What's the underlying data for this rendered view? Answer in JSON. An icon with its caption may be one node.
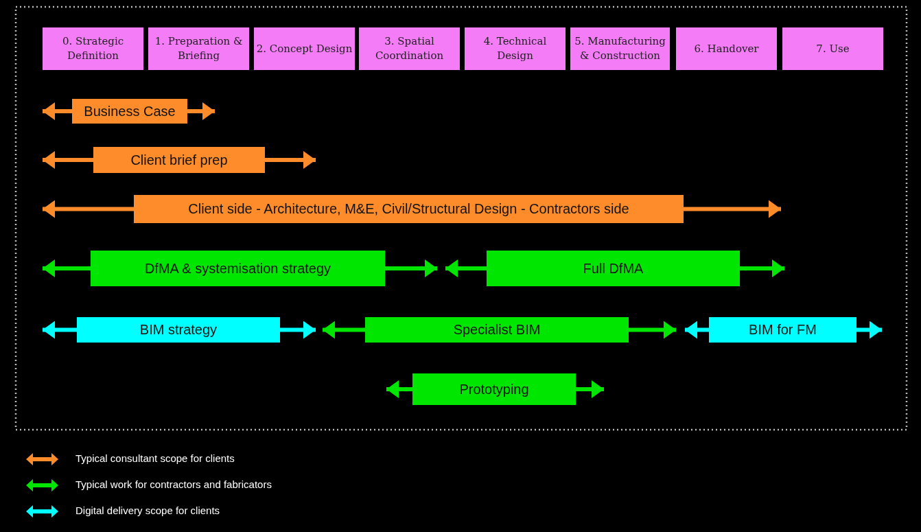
{
  "diagram": {
    "nodes": [
      {
        "text": [
          "0. Strategic Definition"
        ]
      },
      {
        "text": [
          "1. Preparation & Briefing"
        ]
      },
      {
        "text": [
          "2. Concept Design"
        ]
      },
      {
        "text": [
          "3. Spatial Coordination"
        ]
      },
      {
        "text": [
          "4. Technical Design"
        ]
      },
      {
        "text": [
          "5. Manufacturing & Construction"
        ]
      },
      {
        "text": [
          "6. Handover"
        ]
      },
      {
        "text": [
          "7. Use"
        ]
      },
      {
        "text": [
          "Business Case"
        ]
      },
      {
        "text": [
          "Client brief prep"
        ]
      },
      {
        "text": [
          "Client side - Architecture, M&E, Civil/Structural Design - Contractors side"
        ]
      },
      {
        "text": [
          "DfMA & systemisation strategy"
        ]
      },
      {
        "text": [
          "Full DfMA"
        ]
      },
      {
        "text": [
          "BIM strategy"
        ]
      },
      {
        "text": [
          "Specialist BIM"
        ]
      },
      {
        "text": [
          "BIM for FM"
        ]
      },
      {
        "text": [
          "Prototyping"
        ]
      }
    ],
    "edges": [
      {
        "from": 8,
        "to": null,
        "arrow": "to",
        "color": "#ff8c2a"
      },
      {
        "from": 8,
        "to": null,
        "arrow": "to",
        "color": "#ff8c2a"
      },
      {
        "from": 9,
        "to": null,
        "arrow": "to",
        "color": "#ff8c2a"
      },
      {
        "from": 9,
        "to": null,
        "arrow": "to",
        "color": "#ff8c2a"
      },
      {
        "from": 10,
        "to": null,
        "arrow": "to",
        "color": "#ff8c2a"
      },
      {
        "from": 10,
        "to": null,
        "arrow": "to",
        "color": "#ff8c2a"
      },
      {
        "from": 11,
        "to": null,
        "arrow": "to"
      },
      {
        "from": 11,
        "to": null,
        "arrow": "to"
      },
      {
        "from": 12,
        "to": null,
        "arrow": "to"
      },
      {
        "from": 12,
        "to": null,
        "arrow": "to"
      },
      {
        "from": 13,
        "to": null,
        "arrow": "to",
        "color": "#00ffff"
      },
      {
        "from": 13,
        "to": null,
        "arrow": "to",
        "color": "#00ffff"
      },
      {
        "from": 14,
        "to": null,
        "arrow": "to"
      },
      {
        "from": 14,
        "to": null,
        "arrow": "to"
      },
      {
        "from": 15,
        "to": null,
        "arrow": "to",
        "color": "#00ffff"
      },
      {
        "from": 15,
        "to": null,
        "arrow": "to",
        "color": "#00ffff"
      },
      {
        "from": 16,
        "to": null,
        "arrow": "to"
      },
      {
        "from": 16,
        "to": null,
        "arrow": "to"
      }
    ],
    "legend": [
      {
        "text": "Typical consultant scope for clients"
      },
      {
        "text": "Typical work for contractors and fabricators"
      },
      {
        "text": "Digital delivery scope for clients"
      }
    ]
  }
}
